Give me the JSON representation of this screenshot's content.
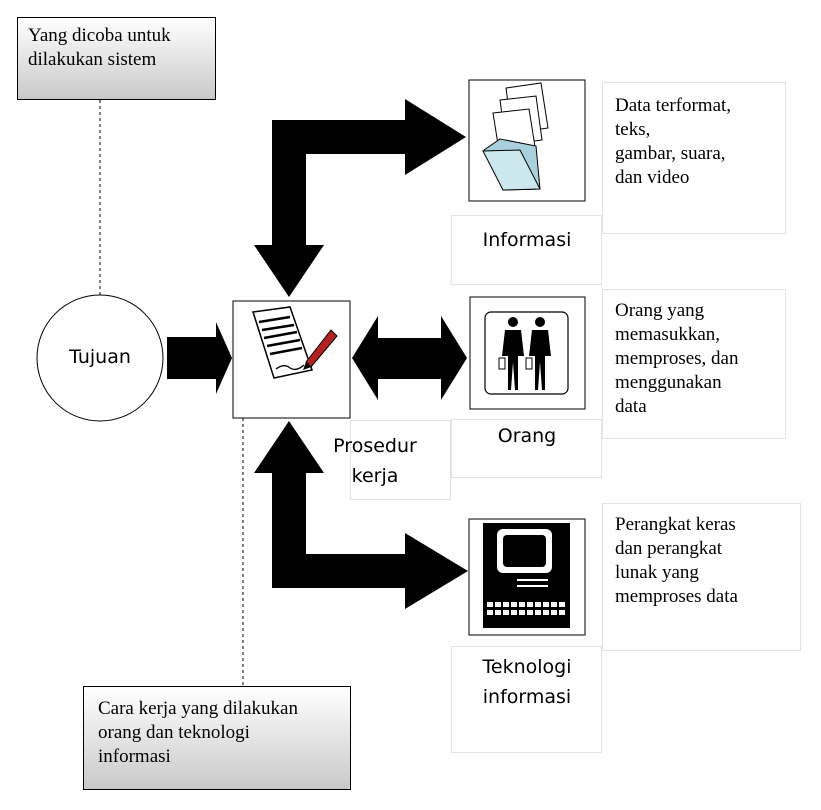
{
  "callouts": {
    "tujuan_note": "Yang dicoba untuk\ndilakukan sistem",
    "prosedur_note": "Cara kerja yang dilakukan\norang dan teknologi\ninformasi"
  },
  "nodes": {
    "tujuan": "Tujuan",
    "prosedur_line1": "Prosedur",
    "prosedur_line2": "kerja",
    "informasi": "Informasi",
    "orang": "Orang",
    "teknologi_line1": "Teknologi",
    "teknologi_line2": "informasi"
  },
  "descriptions": {
    "informasi": "Data terformat,\nteks,\ngambar, suara,\ndan video",
    "orang": "Orang yang\nmemasukkan,\nmemproses, dan\nmenggunakan\ndata",
    "teknologi": "Perangkat keras\ndan perangkat\nlunak yang\nmemproses data"
  },
  "icons": {
    "informasi": "documents-folder-icon",
    "orang": "people-icon",
    "teknologi": "computer-icon",
    "prosedur": "signed-document-pen-icon"
  }
}
